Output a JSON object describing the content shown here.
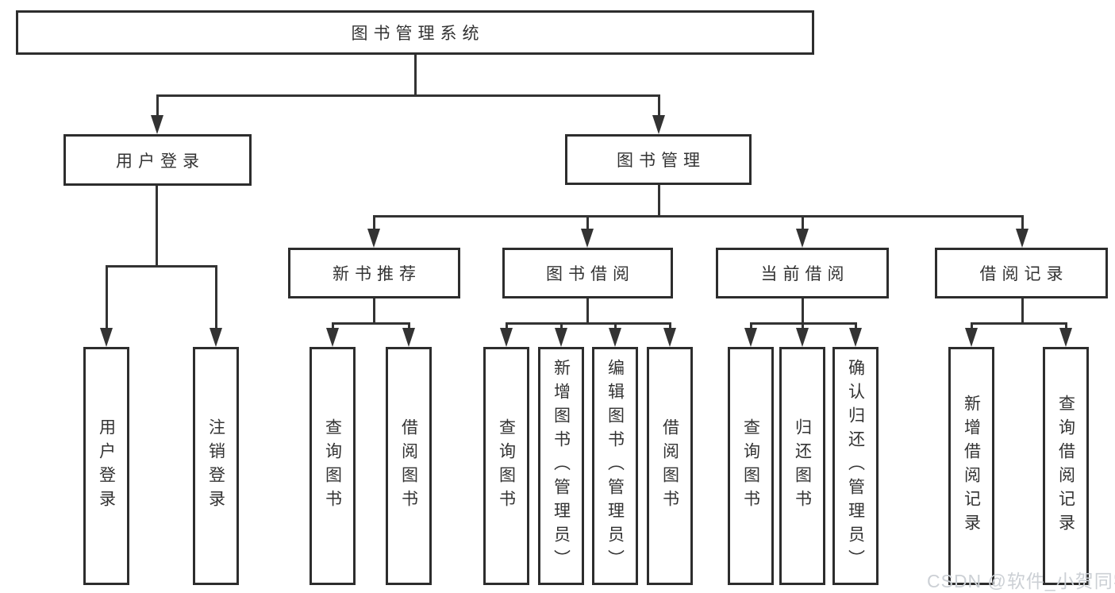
{
  "diagram": {
    "root": {
      "label": "图书管理系统"
    },
    "level2": [
      {
        "label": "用户登录"
      },
      {
        "label": "图书管理"
      }
    ],
    "level3": [
      {
        "label": "新书推荐"
      },
      {
        "label": "图书借阅"
      },
      {
        "label": "当前借阅"
      },
      {
        "label": "借阅记录"
      }
    ],
    "leaves": {
      "user_login": [
        "用户登录",
        "注销登录"
      ],
      "new_book_rec": [
        "查询图书",
        "借阅图书"
      ],
      "book_borrow": [
        "查询图书",
        "新增图书（管理员）",
        "编辑图书（管理员）",
        "借阅图书"
      ],
      "current_borrow": [
        "查询图书",
        "归还图书",
        "确认归还（管理员）"
      ],
      "borrow_records": [
        "新增借阅记录",
        "查询借阅记录"
      ]
    }
  },
  "watermark": {
    "text": "CSDN @软件_小贺同学"
  },
  "colors": {
    "line": "#333333",
    "node_border": "#2d2d2d",
    "node_background": "#ffffff",
    "canvas_background": "#ffffff",
    "text": "#333333",
    "watermark_text": "#ccd0d5"
  }
}
